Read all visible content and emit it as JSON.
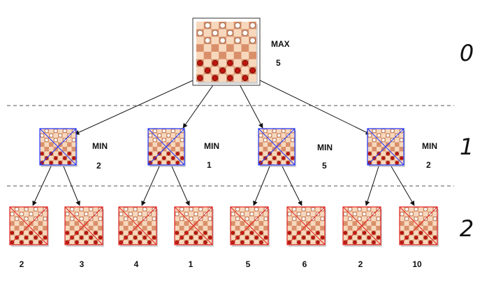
{
  "colors": {
    "light_square": "#f7d8bd",
    "dark_square": "#d9906a",
    "board_bg": "#f0c4a0",
    "red_piece": "#c0150e",
    "white_piece": "#ffffff",
    "max_frame": "#333333",
    "min_outline": "#1f32ff",
    "leaf_outline": "#e02020",
    "edge": "#111111",
    "divider": "#555555"
  },
  "depth_labels": [
    "0",
    "1",
    "2"
  ],
  "root": {
    "role": "MAX",
    "value": "5"
  },
  "min_nodes": [
    {
      "role": "MIN",
      "value": "2"
    },
    {
      "role": "MIN",
      "value": "1"
    },
    {
      "role": "MIN",
      "value": "5"
    },
    {
      "role": "MIN",
      "value": "2"
    }
  ],
  "leaves": [
    {
      "value": "2"
    },
    {
      "value": "3"
    },
    {
      "value": "4"
    },
    {
      "value": "1"
    },
    {
      "value": "5"
    },
    {
      "value": "6"
    },
    {
      "value": "2"
    },
    {
      "value": "10"
    }
  ]
}
